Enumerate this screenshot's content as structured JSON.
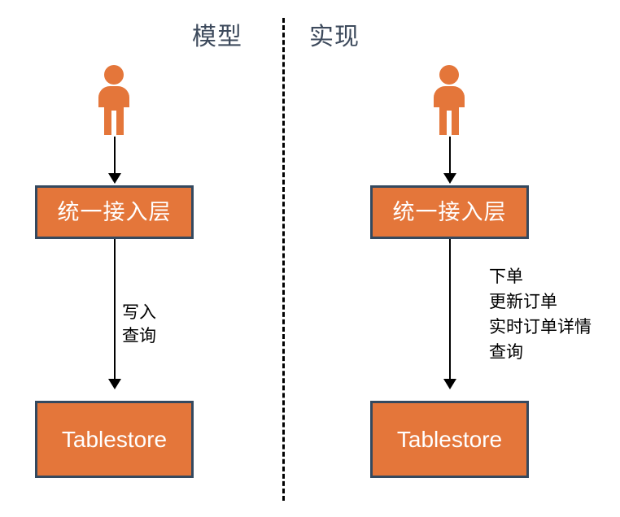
{
  "diagram": {
    "type": "flow-comparison",
    "colors": {
      "box_fill": "#e4763a",
      "box_border": "#34495f",
      "box_text": "#ffffff",
      "title_text": "#3d4a5c",
      "arrow": "#000000",
      "actor": "#e4763a",
      "divider": "#000000",
      "background": "#ffffff"
    },
    "divider": {
      "style": "dashed",
      "orientation": "vertical"
    },
    "panels": [
      {
        "id": "model",
        "title": "模型",
        "actor": {
          "icon": "person-icon"
        },
        "nodes": [
          {
            "id": "access-layer",
            "label": "统一接入层"
          },
          {
            "id": "tablestore",
            "label": "Tablestore"
          }
        ],
        "edges": [
          {
            "from": "actor",
            "to": "access-layer",
            "labels": []
          },
          {
            "from": "access-layer",
            "to": "tablestore",
            "labels": [
              "写入",
              "查询"
            ]
          }
        ]
      },
      {
        "id": "implementation",
        "title": "实现",
        "actor": {
          "icon": "person-icon"
        },
        "nodes": [
          {
            "id": "access-layer",
            "label": "统一接入层"
          },
          {
            "id": "tablestore",
            "label": "Tablestore"
          }
        ],
        "edges": [
          {
            "from": "actor",
            "to": "access-layer",
            "labels": []
          },
          {
            "from": "access-layer",
            "to": "tablestore",
            "labels": [
              "下单",
              "更新订单",
              "实时订单详情",
              "查询"
            ]
          }
        ]
      }
    ]
  },
  "left": {
    "title": "模型",
    "box_top_label": "统一接入层",
    "box_bottom_label": "Tablestore",
    "edge_label_line1": "写入",
    "edge_label_line2": "查询"
  },
  "right": {
    "title": "实现",
    "box_top_label": "统一接入层",
    "box_bottom_label": "Tablestore",
    "edge_label_line1": "下单",
    "edge_label_line2": "更新订单",
    "edge_label_line3": "实时订单详情",
    "edge_label_line4": "查询"
  }
}
